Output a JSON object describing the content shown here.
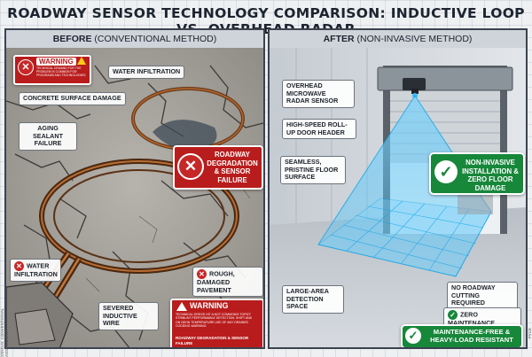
{
  "title": "ROADWAY SENSOR TECHNOLOGY COMPARISON: INDUCTIVE LOOP VS. OVERHEAD RADAR",
  "before": {
    "header_bold": "BEFORE",
    "header_rest": " (CONVENTIONAL METHOD)",
    "warning_small_title": "WARNING",
    "warning_small_text": "TECHNICAL DEMAND FOR THE PROBLEM IS COMMON FOR PROGRAMS AND TECHNOLOGIES",
    "labels": {
      "water_infiltration_top": "WATER INFILTRATION",
      "concrete_damage": "CONCRETE SURFACE DAMAGE",
      "aging_sealant": "AGING SEALANT FAILURE",
      "water_infiltration_left": "WATER INFILTRATION",
      "rough_pavement": "ROUGH, DAMAGED PAVEMENT",
      "severed_wire": "SEVERED INDUCTIVE WIRE"
    },
    "degradation_box": "ROADWAY DEGRADATION & SENSOR FAILURE",
    "warning_big_title": "WARNING",
    "warning_big_text": "TECHNICAL DREGS HIT A NOT COMMONS! TOPIZY STRIBUNT PERFORMABLE DETECTION. SHIFT AND ON NEON TEMPERATURE USE OF ANY DRAINED CODDING WARNING.",
    "warning_big_footer": "ROADWAY DEGRADATION & SENSOR FAILURE",
    "side_text": "STATUS: CONVENTIONAL ASSESSMENT"
  },
  "after": {
    "header_bold": "AFTER",
    "header_rest": " (NON-INVASIVE METHOD)",
    "labels": {
      "radar_sensor": "OVERHEAD MICROWAVE RADAR SENSOR",
      "door_header": "HIGH-SPEED ROLL-UP DOOR HEADER",
      "floor_surface": "SEAMLESS, PRISTINE FLOOR SURFACE",
      "detection_space": "LARGE-AREA DETECTION SPACE",
      "no_cutting": "NO ROADWAY CUTTING REQUIRED",
      "zero_maintenance": "ZERO MAINTENANCE SENSOR"
    },
    "install_box": "NON-INVASIVE INSTALLATION & ZERO FLOOR DAMAGE",
    "bottom_box": "MAINTENANCE-FREE & HEAVY-LOAD RESISTANT",
    "side_text": "PYCE"
  },
  "colors": {
    "red": "#b91c1c",
    "green": "#17873a",
    "radar_blue": "#38bdf8"
  }
}
